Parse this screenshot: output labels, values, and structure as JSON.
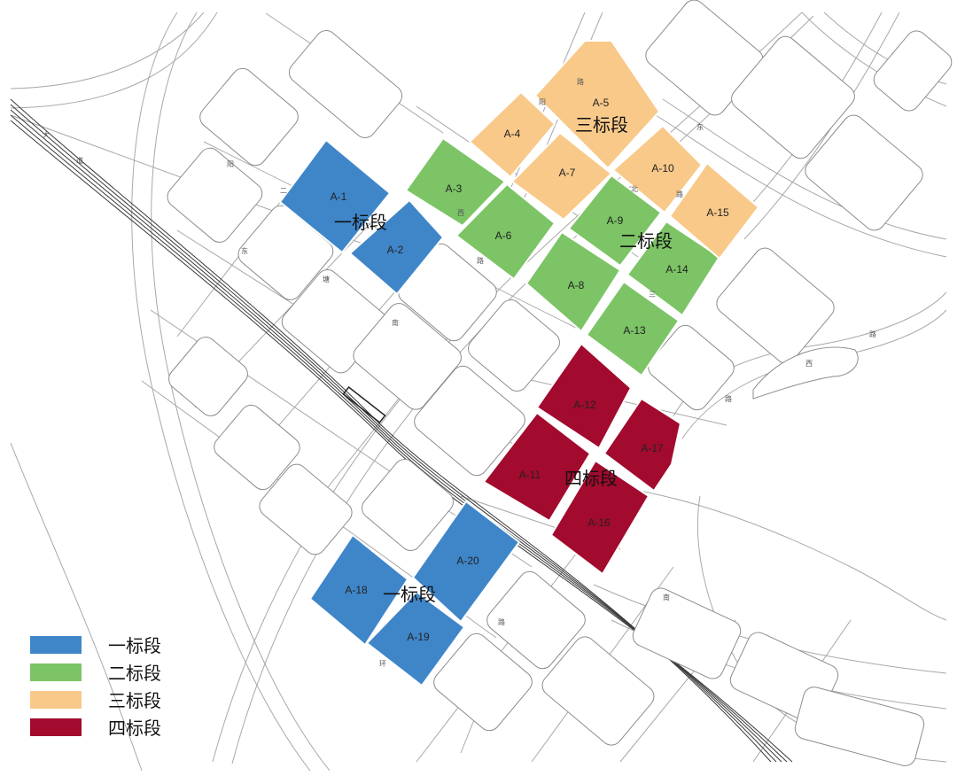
{
  "colors": {
    "section_1": "#3F86C9",
    "section_2": "#7CC466",
    "section_3": "#F9C98A",
    "section_4": "#A20A2E",
    "road_line": "#9a9a9a",
    "rail_line": "#333333"
  },
  "section_labels": {
    "s1_north": "一标段",
    "s1_south": "一标段",
    "s2": "二标段",
    "s3": "三标段",
    "s4": "四标段"
  },
  "parcels": {
    "A1": {
      "label": "A-1",
      "section": "一标段"
    },
    "A2": {
      "label": "A-2",
      "section": "一标段"
    },
    "A3": {
      "label": "A-3",
      "section": "二标段"
    },
    "A4": {
      "label": "A-4",
      "section": "三标段"
    },
    "A5": {
      "label": "A-5",
      "section": "三标段"
    },
    "A6": {
      "label": "A-6",
      "section": "二标段"
    },
    "A7": {
      "label": "A-7",
      "section": "三标段"
    },
    "A8": {
      "label": "A-8",
      "section": "二标段"
    },
    "A9": {
      "label": "A-9",
      "section": "二标段"
    },
    "A10": {
      "label": "A-10",
      "section": "三标段"
    },
    "A11": {
      "label": "A-11",
      "section": "四标段"
    },
    "A12": {
      "label": "A-12",
      "section": "四标段"
    },
    "A13": {
      "label": "A-13",
      "section": "二标段"
    },
    "A14": {
      "label": "A-14",
      "section": "二标段"
    },
    "A15": {
      "label": "A-15",
      "section": "三标段"
    },
    "A16": {
      "label": "A-16",
      "section": "四标段"
    },
    "A17": {
      "label": "A-17",
      "section": "四标段"
    },
    "A18": {
      "label": "A-18",
      "section": "一标段"
    },
    "A19": {
      "label": "A-19",
      "section": "一标段"
    },
    "A20": {
      "label": "A-20",
      "section": "一标段"
    }
  },
  "legend": [
    {
      "label": "一标段",
      "color": "#3F86C9"
    },
    {
      "label": "二标段",
      "color": "#7CC466"
    },
    {
      "label": "三标段",
      "color": "#F9C98A"
    },
    {
      "label": "四标段",
      "color": "#A20A2E"
    }
  ],
  "road_chars": {
    "r1": "大",
    "r2": "道",
    "r3": "阳",
    "r4": "二",
    "r5": "东",
    "r6": "塘",
    "r7": "南",
    "r8": "西",
    "r9": "路",
    "r10": "阳",
    "r11": "路",
    "r12": "北",
    "r13": "路",
    "r14": "三",
    "r15": "东",
    "r16": "路",
    "r17": "西",
    "r18": "路",
    "r19": "南",
    "r20": "路",
    "r21": "环"
  }
}
